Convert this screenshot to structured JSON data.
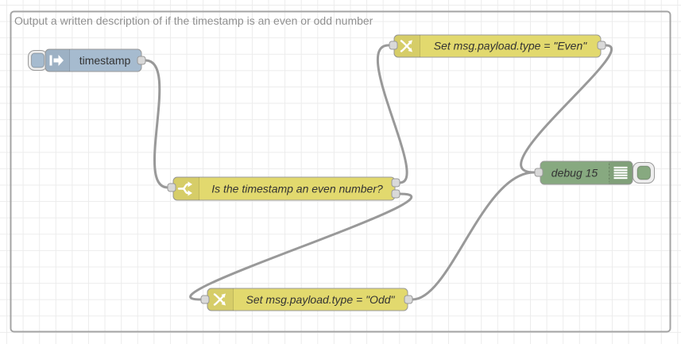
{
  "group": {
    "label": "Output a written description of if the timestamp is an even or odd number"
  },
  "nodes": {
    "inject": {
      "label": "timestamp"
    },
    "switch": {
      "label": "Is the timestamp an even number?"
    },
    "change_even": {
      "label": "Set msg.payload.type = \"Even\""
    },
    "change_odd": {
      "label": "Set msg.payload.type = \"Odd\""
    },
    "debug": {
      "label": "debug 15"
    }
  },
  "icons": {
    "inject": "arrow-right-into-bar",
    "switch": "fork-split",
    "change": "shuffle-crossed-arrows",
    "debug": "list-lines"
  },
  "colors": {
    "inject_blue": "#a6bbcf",
    "function_yellow": "#e2d96e",
    "debug_green": "#87a980",
    "wire_gray": "#999999",
    "port_gray": "#d9d9d9",
    "group_border_gray": "#a4a4a4",
    "node_border_gray": "#999999",
    "label_dark": "#333333",
    "group_label_gray": "#909090"
  }
}
